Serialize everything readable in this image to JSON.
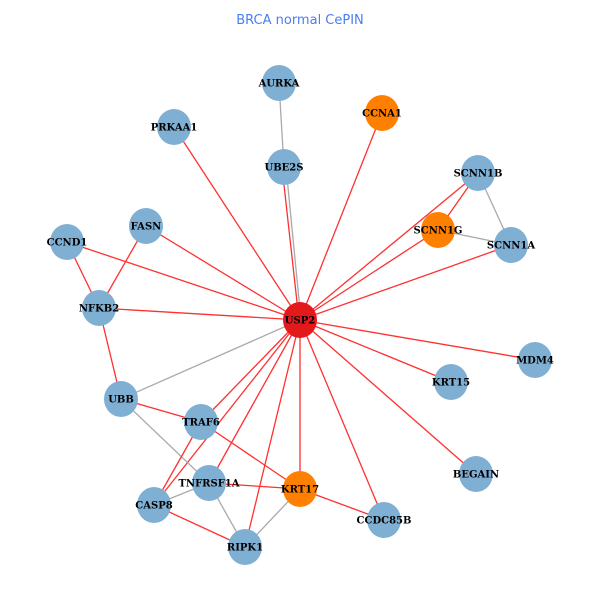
{
  "title": "BRCA normal CePIN",
  "colors": {
    "node_default": "#7fafd2",
    "node_highlight": "#ff8000",
    "node_hub": "#e31a1c",
    "edge_red": "#ff3030",
    "edge_gray": "#aaaaaa"
  },
  "nodes": [
    {
      "id": "USP2",
      "group": "hub"
    },
    {
      "id": "AURKA",
      "group": "default"
    },
    {
      "id": "CCNA1",
      "group": "highlight"
    },
    {
      "id": "PRKAA1",
      "group": "default"
    },
    {
      "id": "UBE2S",
      "group": "default"
    },
    {
      "id": "SCNN1B",
      "group": "default"
    },
    {
      "id": "SCNN1G",
      "group": "highlight"
    },
    {
      "id": "SCNN1A",
      "group": "default"
    },
    {
      "id": "FASN",
      "group": "default"
    },
    {
      "id": "CCND1",
      "group": "default"
    },
    {
      "id": "NFKB2",
      "group": "default"
    },
    {
      "id": "MDM4",
      "group": "default"
    },
    {
      "id": "KRT15",
      "group": "default"
    },
    {
      "id": "UBB",
      "group": "default"
    },
    {
      "id": "TRAF6",
      "group": "default"
    },
    {
      "id": "TNFRSF1A",
      "group": "default"
    },
    {
      "id": "KRT17",
      "group": "highlight"
    },
    {
      "id": "CASP8",
      "group": "default"
    },
    {
      "id": "BEGAIN",
      "group": "default"
    },
    {
      "id": "CCDC85B",
      "group": "default"
    },
    {
      "id": "RIPK1",
      "group": "default"
    }
  ],
  "edges": [
    [
      "AURKA",
      "UBE2S",
      "gray"
    ],
    [
      "UBE2S",
      "USP2",
      "gray"
    ],
    [
      "UBE2S",
      "USP2",
      "red"
    ],
    [
      "PRKAA1",
      "USP2",
      "red"
    ],
    [
      "CCNA1",
      "USP2",
      "red"
    ],
    [
      "SCNN1B",
      "USP2",
      "red"
    ],
    [
      "SCNN1G",
      "USP2",
      "red"
    ],
    [
      "SCNN1A",
      "USP2",
      "red"
    ],
    [
      "FASN",
      "USP2",
      "red"
    ],
    [
      "CCND1",
      "USP2",
      "red"
    ],
    [
      "NFKB2",
      "USP2",
      "red"
    ],
    [
      "MDM4",
      "USP2",
      "red"
    ],
    [
      "KRT15",
      "USP2",
      "red"
    ],
    [
      "BEGAIN",
      "USP2",
      "red"
    ],
    [
      "CCDC85B",
      "USP2",
      "red"
    ],
    [
      "KRT17",
      "USP2",
      "red"
    ],
    [
      "RIPK1",
      "USP2",
      "red"
    ],
    [
      "TNFRSF1A",
      "USP2",
      "red"
    ],
    [
      "TRAF6",
      "USP2",
      "red"
    ],
    [
      "CASP8",
      "USP2",
      "red"
    ],
    [
      "UBB",
      "USP2",
      "gray"
    ],
    [
      "SCNN1B",
      "SCNN1A",
      "gray"
    ],
    [
      "SCNN1G",
      "SCNN1A",
      "gray"
    ],
    [
      "SCNN1B",
      "SCNN1G",
      "red"
    ],
    [
      "FASN",
      "NFKB2",
      "red"
    ],
    [
      "CCND1",
      "NFKB2",
      "red"
    ],
    [
      "NFKB2",
      "UBB",
      "red"
    ],
    [
      "UBB",
      "TRAF6",
      "red"
    ],
    [
      "UBB",
      "TNFRSF1A",
      "gray"
    ],
    [
      "TRAF6",
      "KRT17",
      "red"
    ],
    [
      "TRAF6",
      "CASP8",
      "red"
    ],
    [
      "TNFRSF1A",
      "KRT17",
      "red"
    ],
    [
      "CASP8",
      "TNFRSF1A",
      "gray"
    ],
    [
      "CASP8",
      "RIPK1",
      "red"
    ],
    [
      "TNFRSF1A",
      "RIPK1",
      "gray"
    ],
    [
      "KRT17",
      "RIPK1",
      "gray"
    ],
    [
      "KRT17",
      "CCDC85B",
      "red"
    ]
  ]
}
